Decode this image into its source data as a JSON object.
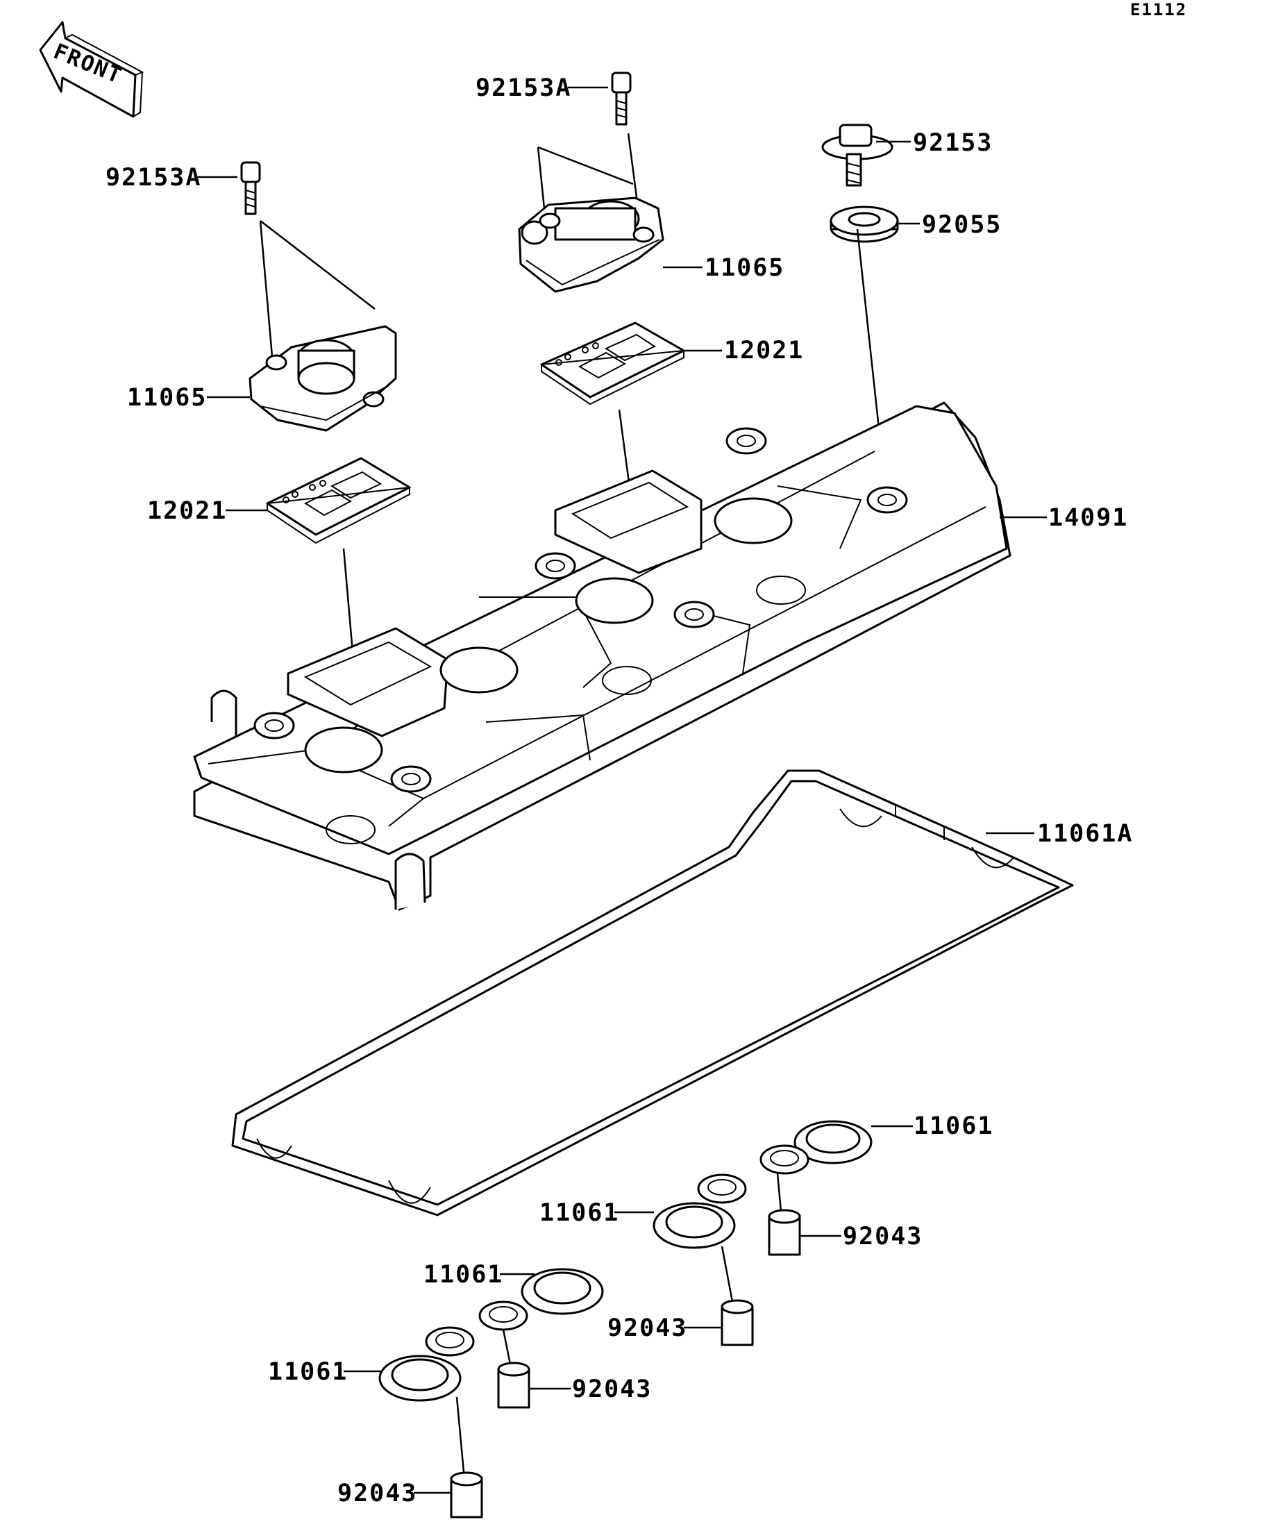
{
  "page_code": "E1112",
  "front_label": "FRONT",
  "labels": [
    {
      "id": "screw-left-a",
      "text": "92153A"
    },
    {
      "id": "screw-center-a",
      "text": "92153A"
    },
    {
      "id": "bolt-right",
      "text": "92153"
    },
    {
      "id": "washer-right",
      "text": "92055"
    },
    {
      "id": "cover-center",
      "text": "11065"
    },
    {
      "id": "cover-left",
      "text": "11065"
    },
    {
      "id": "reed-center",
      "text": "12021"
    },
    {
      "id": "reed-left",
      "text": "12021"
    },
    {
      "id": "head-cover",
      "text": "14091"
    },
    {
      "id": "cover-gasket",
      "text": "11061A"
    },
    {
      "id": "gasket-1",
      "text": "11061"
    },
    {
      "id": "gasket-2",
      "text": "11061"
    },
    {
      "id": "gasket-3",
      "text": "11061"
    },
    {
      "id": "gasket-4",
      "text": "11061"
    },
    {
      "id": "collar-1",
      "text": "92043"
    },
    {
      "id": "collar-2",
      "text": "92043"
    },
    {
      "id": "collar-3",
      "text": "92043"
    },
    {
      "id": "collar-4",
      "text": "92043"
    }
  ]
}
